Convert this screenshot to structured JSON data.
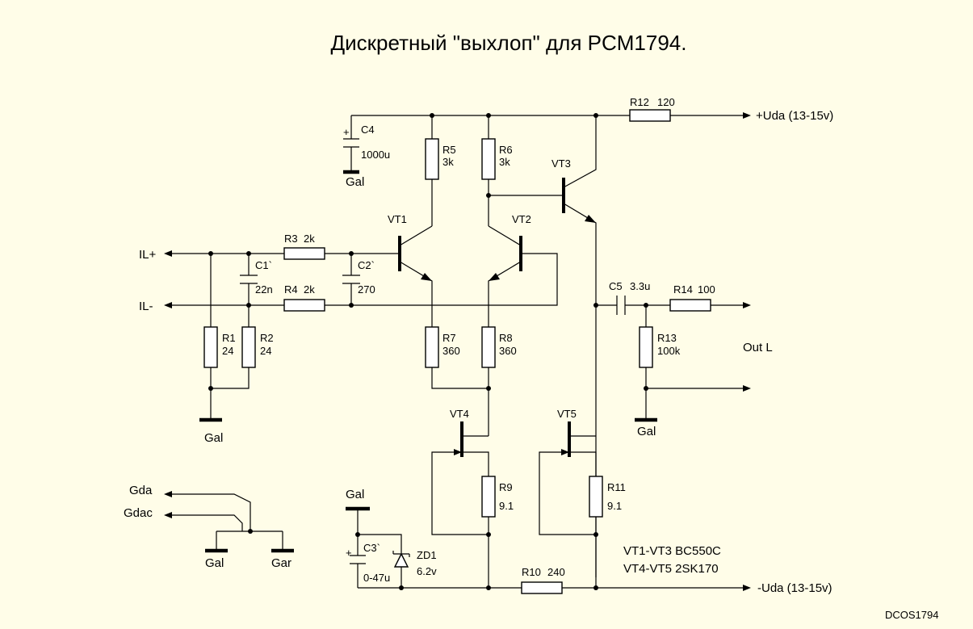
{
  "title": "Дискретный \"выхлоп\" для PCM1794.",
  "author": "DCOS1794",
  "notes": [
    "VT1-VT3 BC550C",
    "VT4-VT5 2SK170"
  ],
  "nets": {
    "pos_supply": "+Uda (13-15v)",
    "neg_supply": "-Uda (13-15v)",
    "in_plus": "IL+",
    "in_minus": "IL-",
    "output": "Out L",
    "gda": "Gda",
    "gdac": "Gdac",
    "gal": "Gal",
    "gar": "Gar"
  },
  "components": {
    "R1": {
      "ref": "R1",
      "value": "24"
    },
    "R2": {
      "ref": "R2",
      "value": "24"
    },
    "R3": {
      "ref": "R3",
      "value": "2k"
    },
    "R4": {
      "ref": "R4",
      "value": "2k"
    },
    "R5": {
      "ref": "R5",
      "value": "3k"
    },
    "R6": {
      "ref": "R6",
      "value": "3k"
    },
    "R7": {
      "ref": "R7",
      "value": "360"
    },
    "R8": {
      "ref": "R8",
      "value": "360"
    },
    "R9": {
      "ref": "R9",
      "value": "9.1"
    },
    "R10": {
      "ref": "R10",
      "value": "240"
    },
    "R11": {
      "ref": "R11",
      "value": "9.1"
    },
    "R12": {
      "ref": "R12",
      "value": "120"
    },
    "R13": {
      "ref": "R13",
      "value": "100k"
    },
    "R14": {
      "ref": "R14",
      "value": "100"
    },
    "C1": {
      "ref": "C1`",
      "value": "22n"
    },
    "C2": {
      "ref": "C2`",
      "value": "270"
    },
    "C3": {
      "ref": "C3`",
      "value": "0-47u"
    },
    "C4": {
      "ref": "C4",
      "value": "1000u"
    },
    "C5": {
      "ref": "C5",
      "value": "3.3u"
    },
    "ZD1": {
      "ref": "ZD1",
      "value": "6.2v"
    },
    "VT1": {
      "ref": "VT1"
    },
    "VT2": {
      "ref": "VT2"
    },
    "VT3": {
      "ref": "VT3"
    },
    "VT4": {
      "ref": "VT4"
    },
    "VT5": {
      "ref": "VT5"
    }
  },
  "polarity_mark": "+"
}
